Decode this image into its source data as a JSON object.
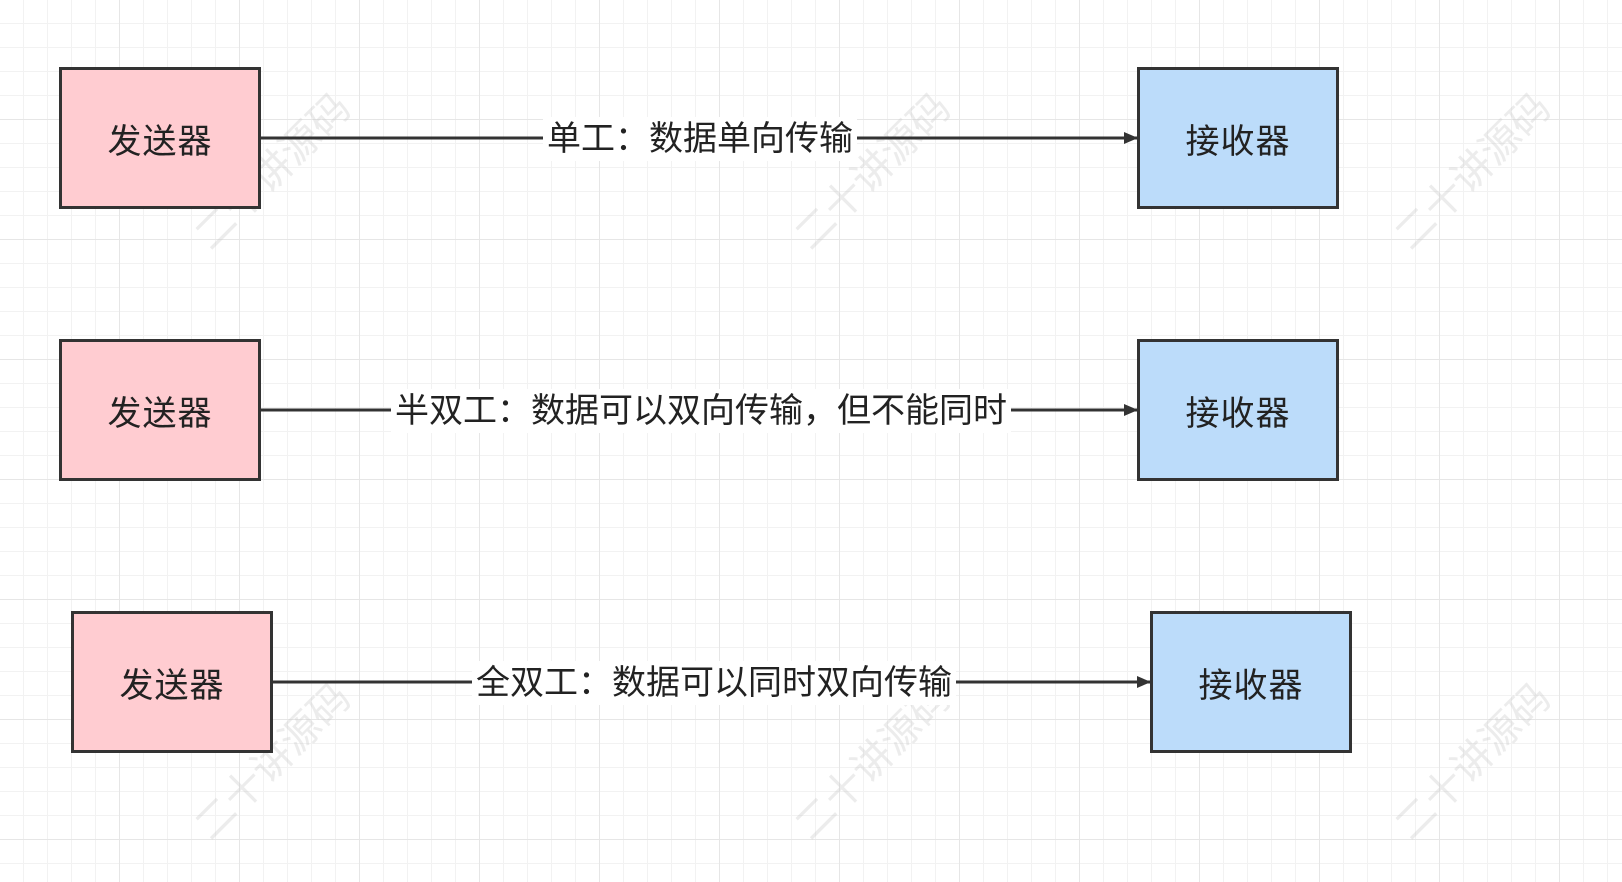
{
  "rows": [
    {
      "sender": "发送器",
      "receiver": "接收器",
      "label": "单工：数据单向传输"
    },
    {
      "sender": "发送器",
      "receiver": "接收器",
      "label": "半双工：数据可以双向传输，但不能同时"
    },
    {
      "sender": "发送器",
      "receiver": "接收器",
      "label": "全双工：数据可以同时双向传输"
    }
  ],
  "watermark": "二十讲源码",
  "colors": {
    "sender_fill": "#ffccd1",
    "receiver_fill": "#bcdcfa",
    "stroke": "#333333"
  }
}
